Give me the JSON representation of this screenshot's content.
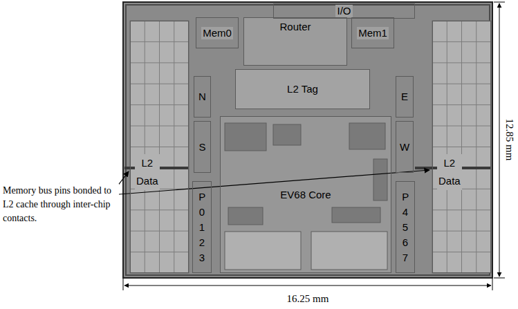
{
  "diagram": {
    "nodes": [
      {
        "text": [
          "I/O"
        ]
      },
      {
        "text": [
          "Mem0"
        ]
      },
      {
        "text": [
          "Router"
        ]
      },
      {
        "text": [
          "Mem1"
        ]
      },
      {
        "text": [
          "L2 Tag"
        ]
      },
      {
        "text": [
          "N"
        ]
      },
      {
        "text": [
          "S"
        ]
      },
      {
        "text": [
          "E"
        ]
      },
      {
        "text": [
          "W"
        ]
      },
      {
        "text": [
          "L2 Data"
        ]
      },
      {
        "text": [
          "L2 Data"
        ]
      },
      {
        "text": [
          "EV68 Core"
        ]
      },
      {
        "text": [
          "P 0 1 2 3"
        ]
      },
      {
        "text": [
          "P 4 5 6 7"
        ]
      }
    ],
    "edges": [],
    "labels": [
      "Memory bus pins bonded to L2 cache through inter-chip contacts.",
      "16.25 mm",
      "12.85 mm"
    ]
  }
}
